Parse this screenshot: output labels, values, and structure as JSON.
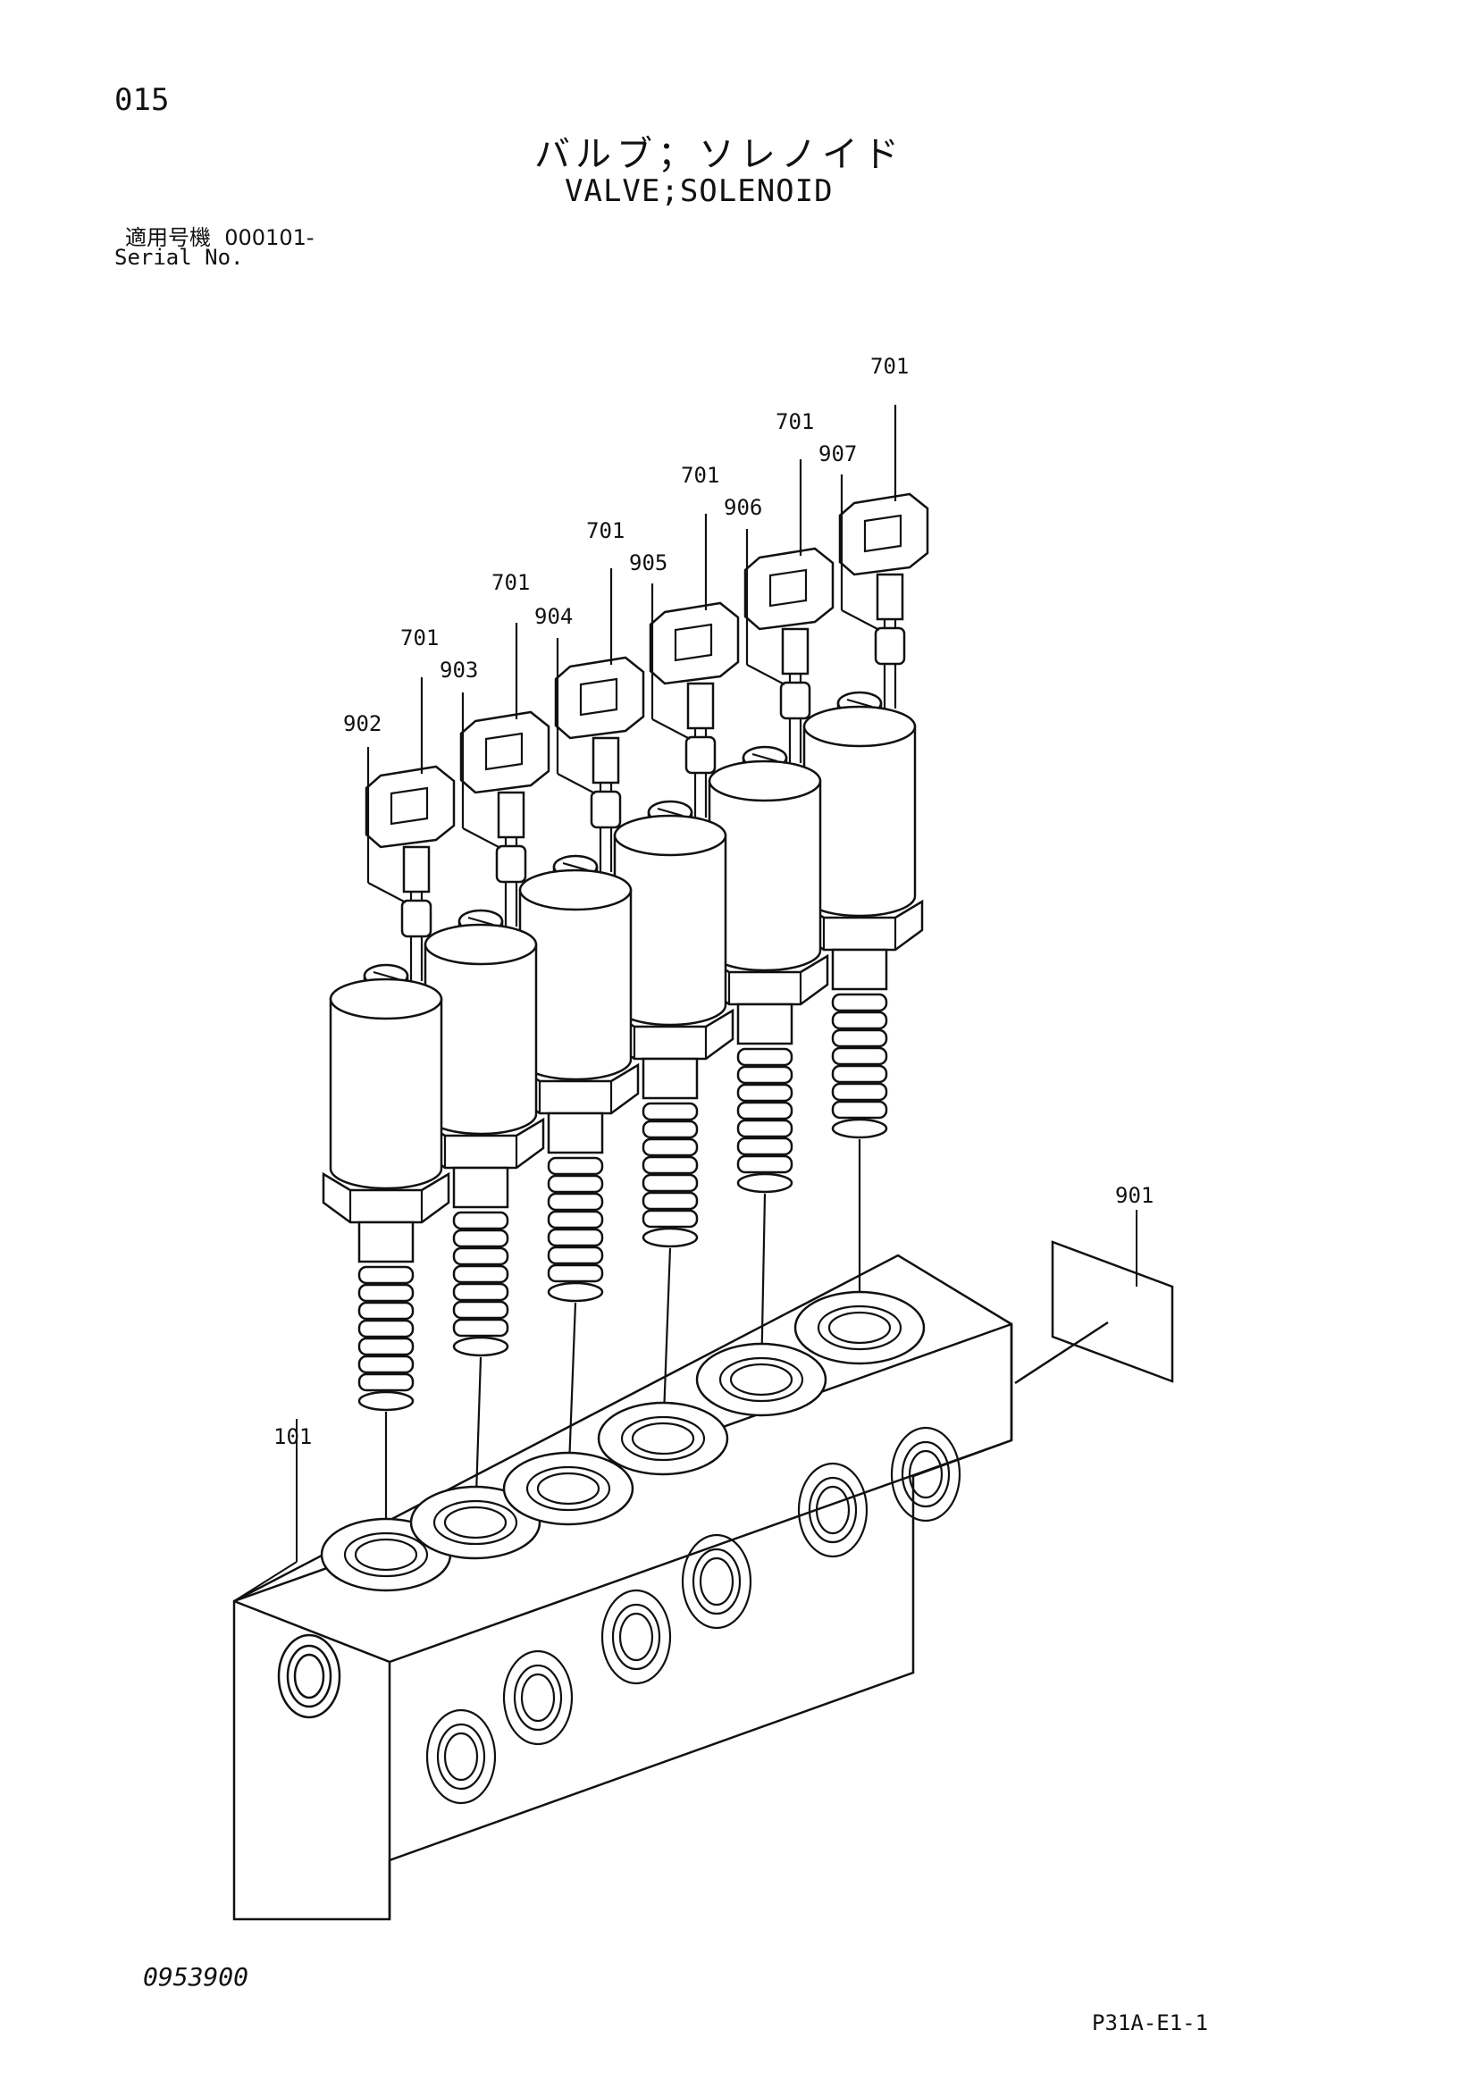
{
  "header": {
    "page_number": "015",
    "title_jp": "バルブ；ソレノイド",
    "title_en": "VALVE;SOLENOID",
    "serial_label_jp": "適用号機",
    "serial_value": "000101-",
    "serial_label_en": "Serial No."
  },
  "footer": {
    "doc_code": "0953900",
    "page_ref": "P31A-E1-1"
  },
  "callouts": {
    "c701a": "701",
    "c701b": "701",
    "c701c": "701",
    "c701d": "701",
    "c701e": "701",
    "c701f": "701",
    "c902": "902",
    "c903": "903",
    "c904": "904",
    "c905": "905",
    "c906": "906",
    "c907": "907",
    "c901": "901",
    "c101": "101"
  }
}
